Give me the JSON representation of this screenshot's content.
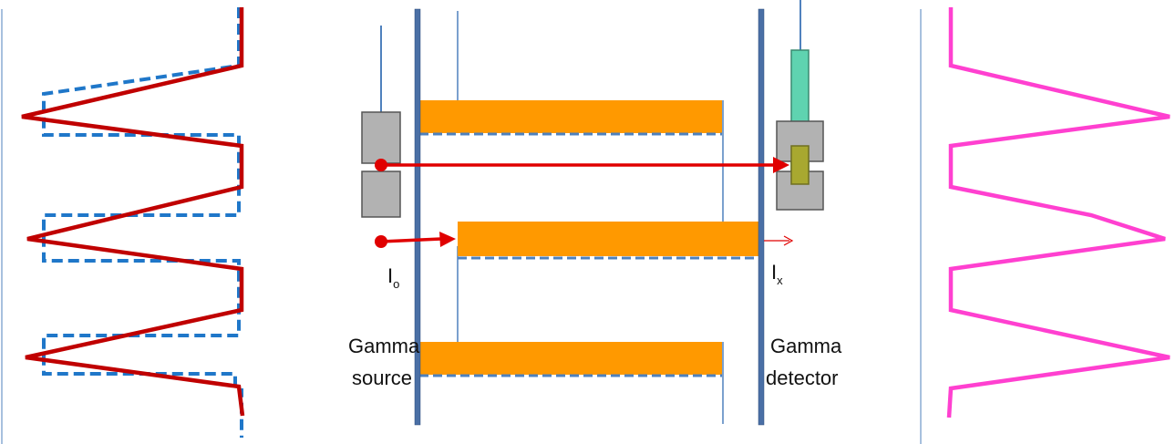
{
  "labels": {
    "source_intensity": "I",
    "source_intensity_sub": "o",
    "detector_intensity": "I",
    "detector_intensity_sub": "x",
    "source_line1": "Gamma",
    "source_line2": "source",
    "detector_line1": "Gamma",
    "detector_line2": "detector"
  },
  "colors": {
    "wall": "#4a6fa5",
    "thin_line": "#4f81bd",
    "plate": "#ff9900",
    "plate_dash": "#4f81bd",
    "shield": "#b2b2b2",
    "shield_stroke": "#555555",
    "beam": "#e00000",
    "zigzag": "#c00000",
    "dashed_profile": "#1f77c9",
    "magenta_profile": "#ff40d0",
    "detector_tube": "#5fd3b0",
    "detector_crystal": "#a8a830"
  },
  "icons": {
    "source_marker": "red-dot-icon",
    "beam_arrow": "arrow-right-icon"
  }
}
